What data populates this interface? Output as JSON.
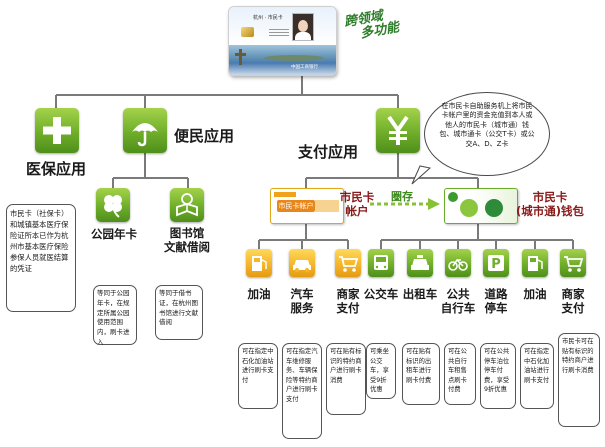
{
  "card": {
    "title": "杭州 · 市民卡",
    "bank": "中国工商银行"
  },
  "slogan": {
    "line1": "跨领域",
    "line2": "多功能"
  },
  "categories": {
    "medical": {
      "title": "医保应用",
      "note": "市民卡（社保卡）和城镇基本医疗保险证所本已作为杭州市基本医疗保险参保人员就医结算的凭证"
    },
    "convenience": {
      "title": "便民应用"
    },
    "payment": {
      "title": "支付应用"
    }
  },
  "convenience_items": {
    "park": {
      "title": "公园年卡",
      "note": "等同于公园年卡，在规定所属公园使用范围内，刷卡进入"
    },
    "library": {
      "title": "图书馆\n文献借阅",
      "note": "等同于借书证，在杭州图书馆进行文献借阅"
    }
  },
  "account": {
    "account_card_label": "市民卡帐户",
    "account_title": "市民卡\n帐户",
    "transfer_label": "圈存",
    "wallet_title": "市民卡\n(城市通)钱包",
    "bubble": "在市民卡自助服务机上将市民卡帐户里的资金充值到本人或他人的市民卡（城市通）钱包、城市通卡（公交T卡）或公交A、D、Z卡"
  },
  "account_services": [
    {
      "title": "加油",
      "note": "可在指定中石化加油站进行刷卡支付"
    },
    {
      "title": "汽车\n服务",
      "note": "可在指定汽车维修服务、车辆保险等特约商户进行刷卡支付"
    },
    {
      "title": "商家\n支付",
      "note": "可在贴有标识的特约商户进行刷卡消费"
    }
  ],
  "wallet_services": [
    {
      "title": "公交车",
      "note": "可乘坐公交车，享受9折优惠"
    },
    {
      "title": "出租车",
      "note": "可在贴有标识的出租车进行刷卡付费"
    },
    {
      "title": "公共\n自行车",
      "note": "可在公共自行车租售点刷卡付费"
    },
    {
      "title": "道路\n停车",
      "note": "可在公共停车泊位停车付费，享受9折优惠"
    },
    {
      "title": "加油",
      "note": "可在指定中石化加油站进行刷卡支付"
    },
    {
      "title": "商家\n支付",
      "note": "市民卡可在贴有标识的特约商户进行刷卡消费"
    }
  ],
  "colors": {
    "green": "#6fae2a",
    "orange": "#f5b52c",
    "line": "#7a7a7a"
  }
}
